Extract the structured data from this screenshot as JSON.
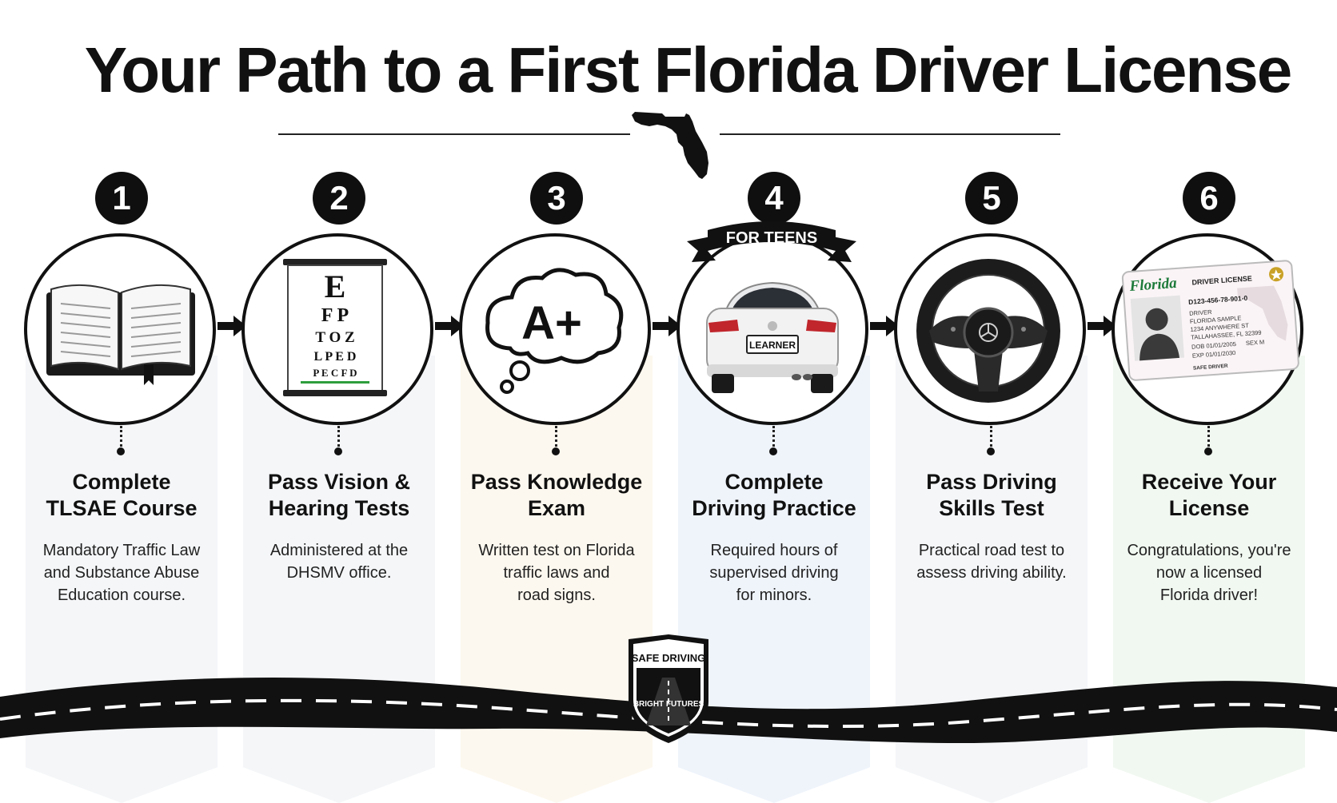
{
  "title": "Your Path to a First Florida Driver License",
  "steps": [
    {
      "number": "1",
      "title_line1": "Complete",
      "title_line2": "TLSAE Course",
      "desc": [
        "Mandatory Traffic Law",
        "and Substance Abuse",
        "Education course."
      ],
      "panel_color": "#f4f6f8"
    },
    {
      "number": "2",
      "title_line1": "Pass Vision &",
      "title_line2": "Hearing Tests",
      "desc": [
        "Administered at the",
        "DHSMV office."
      ],
      "panel_color": "#f4f6f8"
    },
    {
      "number": "3",
      "title_line1": "Pass Knowledge",
      "title_line2": "Exam",
      "desc": [
        "Written test on Florida",
        "traffic laws and",
        "road signs."
      ],
      "panel_color": "#fdf8ef"
    },
    {
      "number": "4",
      "title_line1": "Complete",
      "title_line2": "Driving Practice",
      "desc": [
        "Required hours of",
        "supervised driving",
        "for minors."
      ],
      "panel_color": "#eff4fb"
    },
    {
      "number": "5",
      "title_line1": "Pass Driving",
      "title_line2": "Skills Test",
      "desc": [
        "Practical road test to",
        "assess driving ability."
      ],
      "panel_color": "#f4f6f8"
    },
    {
      "number": "6",
      "title_line1": "Receive Your",
      "title_line2": "License",
      "desc": [
        "Congratulations, you're",
        "now a licensed",
        "Florida driver!"
      ],
      "panel_color": "#f1f8f1"
    }
  ],
  "teen_ribbon": "FOR TEENS",
  "eye_chart": {
    "row1": "E",
    "row2": "F P",
    "row3": "T O Z",
    "row4": "L P E D",
    "row5": "P E C F D",
    "accent": "#2e9e3c"
  },
  "grade": "A+",
  "plate": "LEARNER",
  "license": {
    "state": "Florida",
    "type": "DRIVER LICENSE",
    "number": "D123-456-78-901-0",
    "class": "DRIVER",
    "name": "FLORIDA SAMPLE",
    "address1": "1234 ANYWHERE ST",
    "address2": "TALLAHASSEE, FL 32399",
    "dob": "DOB 01/01/2005",
    "sex": "SEX M",
    "exp": "EXP 01/01/2030",
    "footer": "SAFE DRIVER",
    "state_color": "#1d7a3a"
  },
  "badge": {
    "top": "SAFE DRIVING",
    "bottom": "BRIGHT FUTURES"
  }
}
